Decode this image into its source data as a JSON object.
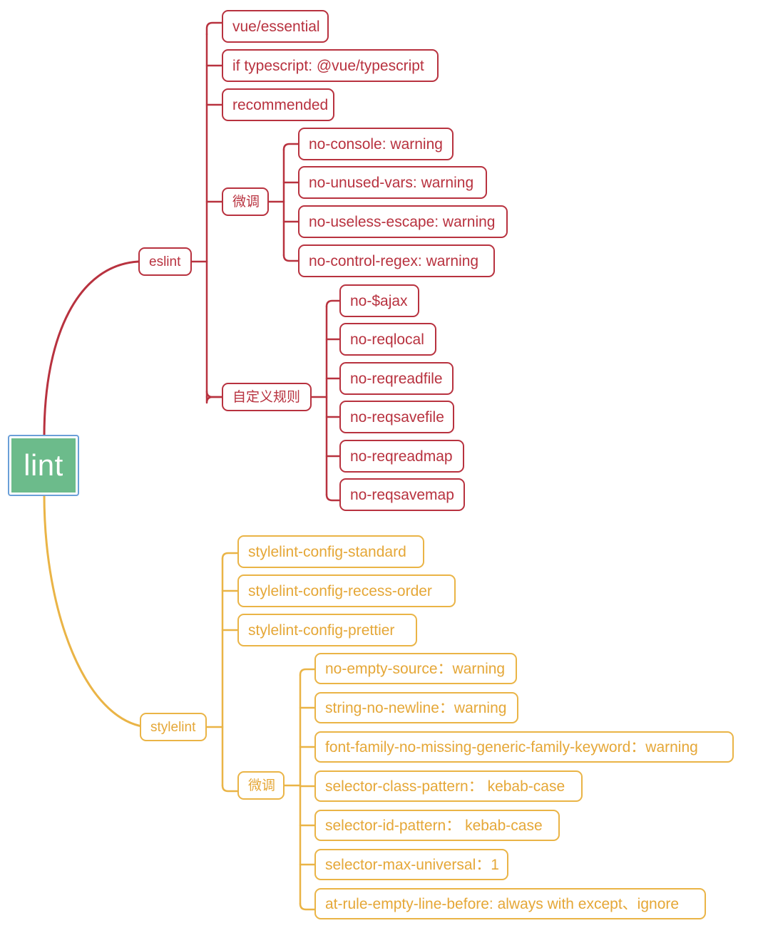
{
  "diagram": {
    "type": "mindmap",
    "title_node": "lint",
    "colors": {
      "root_fill": "#6cbb8b",
      "root_text": "#ffffff",
      "root_selection_outline": "#6a9fd8",
      "eslint_branch": "#b8323f",
      "stylelint_branch": "#eab446",
      "background": "#ffffff"
    }
  },
  "root": {
    "label": "lint"
  },
  "branches": [
    {
      "id": "eslint",
      "label": "eslint",
      "color": "#b8323f",
      "children": [
        {
          "label": "vue/essential"
        },
        {
          "label": "if typescript: @vue/typescript"
        },
        {
          "label": "recommended"
        },
        {
          "label": "微调",
          "children": [
            {
              "label": "no-console: warning"
            },
            {
              "label": "no-unused-vars: warning"
            },
            {
              "label": "no-useless-escape: warning"
            },
            {
              "label": "no-control-regex: warning"
            }
          ]
        },
        {
          "label": "自定义规则",
          "children": [
            {
              "label": "no-$ajax"
            },
            {
              "label": "no-reqlocal"
            },
            {
              "label": "no-reqreadfile"
            },
            {
              "label": "no-reqsavefile"
            },
            {
              "label": "no-reqreadmap"
            },
            {
              "label": "no-reqsavemap"
            }
          ]
        }
      ]
    },
    {
      "id": "stylelint",
      "label": "stylelint",
      "color": "#eab446",
      "children": [
        {
          "label": "stylelint-config-standard"
        },
        {
          "label": "stylelint-config-recess-order"
        },
        {
          "label": "stylelint-config-prettier"
        },
        {
          "label": "微调",
          "children": [
            {
              "label": "no-empty-source：warning"
            },
            {
              "label": "string-no-newline：warning"
            },
            {
              "label": "font-family-no-missing-generic-family-keyword：warning"
            },
            {
              "label": "selector-class-pattern： kebab-case"
            },
            {
              "label": "selector-id-pattern： kebab-case"
            },
            {
              "label": "selector-max-universal：1"
            },
            {
              "label": "at-rule-empty-line-before: always with except、ignore"
            }
          ]
        }
      ]
    }
  ]
}
